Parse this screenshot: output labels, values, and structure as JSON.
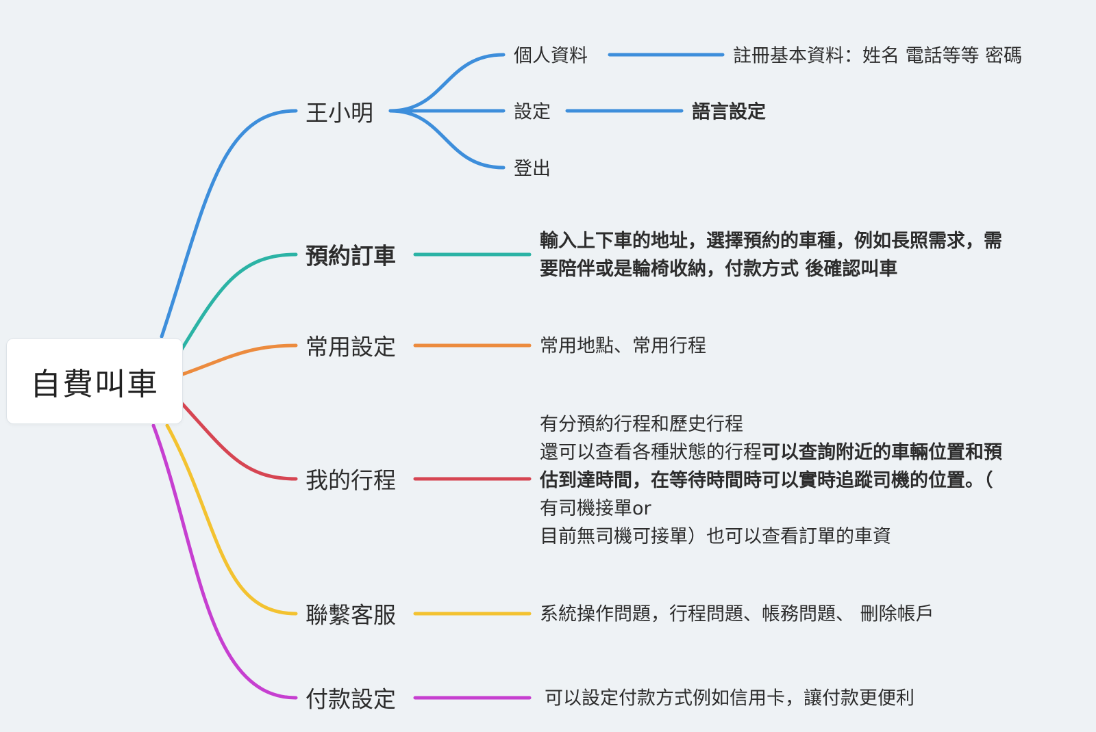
{
  "root": {
    "label": "自費叫車"
  },
  "colors": {
    "blue": "#3d8edb",
    "teal": "#2bb3a5",
    "orange": "#ec8b3e",
    "red": "#d64552",
    "yellow": "#f3c230",
    "purple": "#c63fd0"
  },
  "branches": {
    "user": {
      "label": "王小明",
      "children": {
        "profile": {
          "label": "個人資料",
          "detail": "註冊基本資料：姓名 電話等等 密碼"
        },
        "settings": {
          "label": "設定",
          "detail": "語言設定"
        },
        "logout": {
          "label": "登出"
        }
      }
    },
    "booking": {
      "label": "預約訂車",
      "detail_line1": "輸入上下車的地址，選擇預約的車種，例如長照需求，需",
      "detail_line2": "要陪伴或是輪椅收納，付款方式 後確認叫車"
    },
    "common": {
      "label": "常用設定",
      "detail": "常用地點、常用行程"
    },
    "trips": {
      "label": "我的行程",
      "detail_line1": "有分預約行程和歷史行程",
      "detail_line2a": "還可以查看各種狀態的行程",
      "detail_line2b": "可以查詢附近的車輛位置和預",
      "detail_line3": "估到達時間，在等待時間時可以實時追蹤司機的位置。（",
      "detail_line4": "有司機接單or",
      "detail_line5": "目前無司機可接單）也可以查看訂單的車資"
    },
    "support": {
      "label": "聯繫客服",
      "detail": "系統操作問題，行程問題、帳務問題、 刪除帳戶"
    },
    "payment": {
      "label": "付款設定",
      "detail": "可以設定付款方式例如信用卡，讓付款更便利"
    }
  }
}
